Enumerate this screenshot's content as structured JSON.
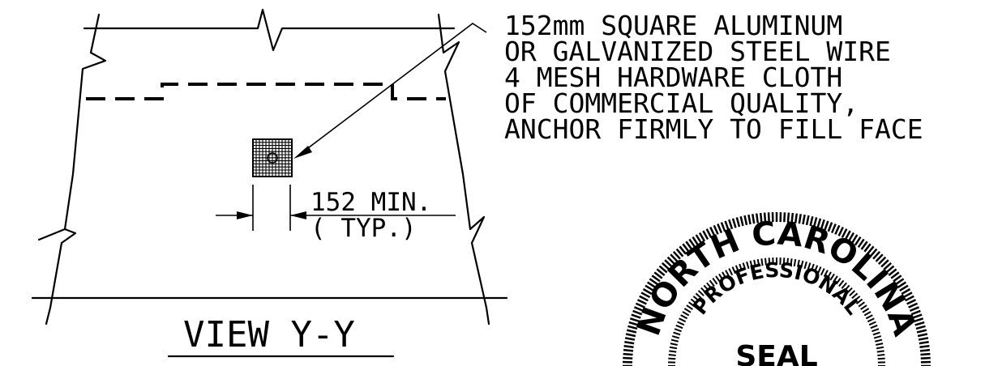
{
  "view": {
    "title": "VIEW Y-Y"
  },
  "note": {
    "lines": [
      "152mm SQUARE ALUMINUM",
      "OR GALVANIZED STEEL WIRE",
      "4 MESH HARDWARE CLOTH",
      "OF COMMERCIAL QUALITY,",
      "ANCHOR FIRMLY TO FILL FACE"
    ]
  },
  "dimension": {
    "value": "152 MIN.",
    "qualifier": "( TYP.)"
  },
  "seal": {
    "state": "NORTH CAROLINA",
    "arc_text": "PROFESSIONAL",
    "center_text": "SEAL"
  }
}
